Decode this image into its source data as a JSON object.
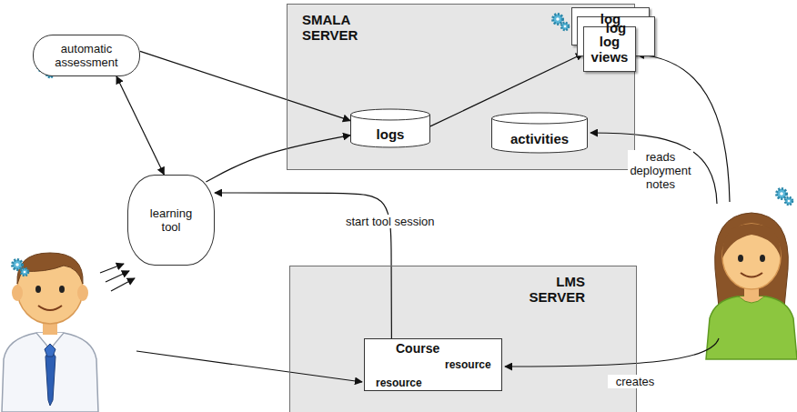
{
  "diagram": {
    "nodes": [
      {
        "text": [
          "SMALA SERVER"
        ]
      },
      {
        "text": [
          "log"
        ],
        "in": 0
      },
      {
        "text": [
          "log"
        ],
        "in": 0
      },
      {
        "text": [
          "log views"
        ],
        "in": 0
      },
      {
        "text": [
          "automatic assessment"
        ]
      },
      {
        "text": [
          "logs"
        ],
        "in": 0
      },
      {
        "text": [
          "activities"
        ],
        "in": 0
      },
      {
        "text": [
          "learning tool"
        ]
      },
      {
        "text": [
          "LMS SERVER"
        ]
      },
      {
        "text": [
          "Course",
          "resource",
          "resource"
        ],
        "in": 8
      }
    ],
    "edges": [
      {
        "from": 4,
        "to": 5,
        "arrow": "to"
      },
      {
        "from": 4,
        "to": 7,
        "arrow": "both"
      },
      {
        "from": 7,
        "to": 5,
        "arrow": "to"
      },
      {
        "from": 5,
        "to": 3,
        "arrow": "to"
      },
      {
        "from": 9,
        "to": 7,
        "label": "start tool session",
        "arrow": "to"
      }
    ],
    "labels": [
      "reads deployment notes",
      "creates"
    ]
  }
}
